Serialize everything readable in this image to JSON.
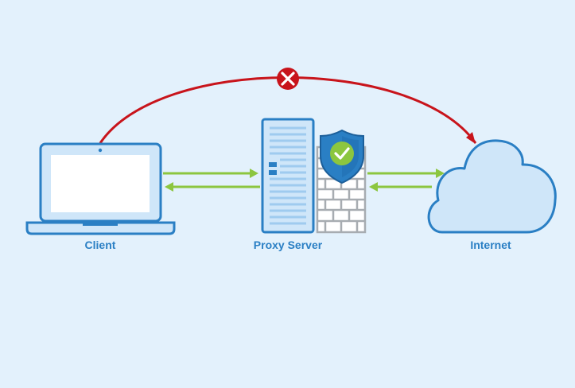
{
  "nodes": {
    "client": {
      "label": "Client",
      "icon": "laptop-icon"
    },
    "proxy": {
      "label": "Proxy Server",
      "icon": "server-icon"
    },
    "firewall": {
      "icon": "firewall-brick-icon",
      "shield_icon": "shield-check-icon"
    },
    "internet": {
      "label": "Internet",
      "icon": "cloud-icon"
    }
  },
  "connections": [
    {
      "from": "client",
      "to": "proxy",
      "direction": "bidirectional",
      "color": "#8cc63f"
    },
    {
      "from": "proxy",
      "to": "internet",
      "direction": "bidirectional",
      "color": "#8cc63f"
    },
    {
      "from": "client",
      "to": "internet",
      "direction": "direct",
      "status": "blocked",
      "color": "#c8141b",
      "icon": "blocked-x-icon"
    }
  ],
  "colors": {
    "background": "#e3f1fc",
    "outline": "#2a7fc4",
    "fill_light": "#cfe6f9",
    "accent_green": "#8cc63f",
    "blocked_red": "#c8141b",
    "brick_gray": "#a7acb1"
  }
}
